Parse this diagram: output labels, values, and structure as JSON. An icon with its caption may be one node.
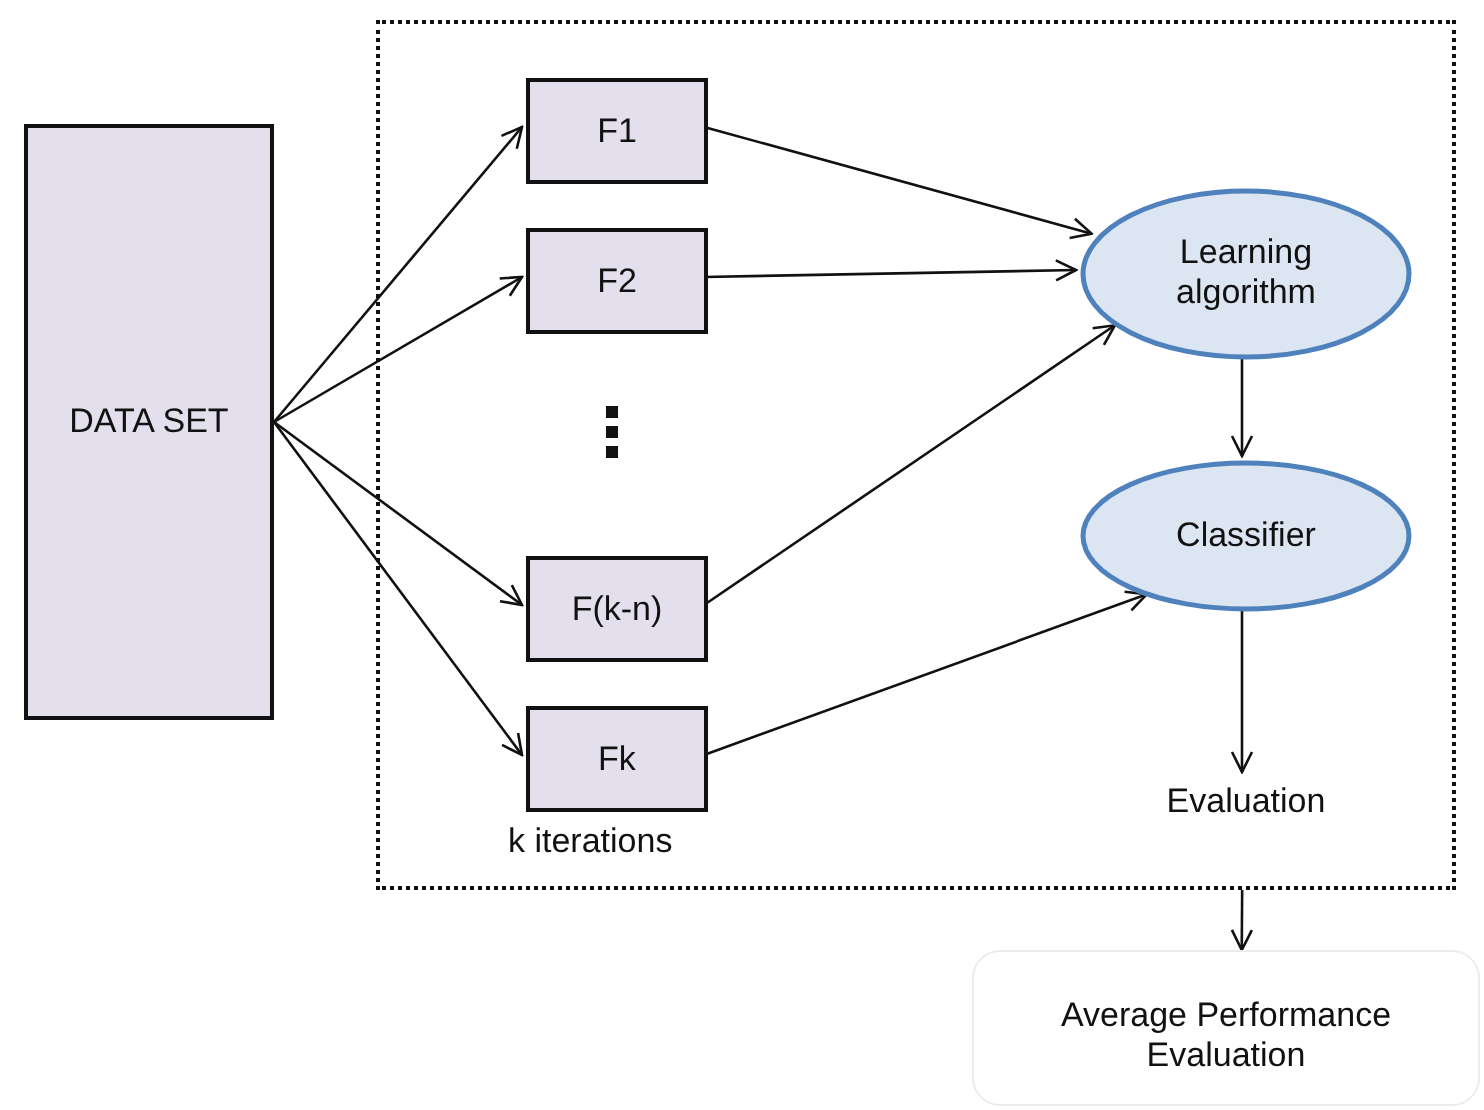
{
  "diagram": {
    "nodes": [
      {
        "text": [
          "k iterations"
        ]
      },
      {
        "text": [
          "DATA SET"
        ]
      },
      {
        "text": [
          "F1"
        ],
        "in": 0
      },
      {
        "text": [
          "F2"
        ],
        "in": 0
      },
      {
        "text": [
          "F(k-n)"
        ],
        "in": 0
      },
      {
        "text": [
          "Fk"
        ],
        "in": 0
      },
      {
        "text": [
          "Learning algorithm"
        ],
        "in": 0
      },
      {
        "text": [
          "Classifier"
        ],
        "in": 0
      },
      {
        "text": [
          "Evaluation"
        ],
        "in": 0
      },
      {
        "text": [
          "Average Performance Evaluation"
        ]
      }
    ],
    "edges": [
      {
        "from": 1,
        "to": 2,
        "arrow": "to"
      },
      {
        "from": 1,
        "to": 3,
        "arrow": "to"
      },
      {
        "from": 1,
        "to": 4,
        "arrow": "to"
      },
      {
        "from": 1,
        "to": 5,
        "arrow": "to"
      },
      {
        "from": 2,
        "to": 6,
        "arrow": "to"
      },
      {
        "from": 3,
        "to": 6,
        "arrow": "to"
      },
      {
        "from": 4,
        "to": 6,
        "arrow": "to"
      },
      {
        "from": 5,
        "to": 7,
        "arrow": "to"
      },
      {
        "from": 6,
        "to": 7,
        "arrow": "to"
      },
      {
        "from": 7,
        "to": 8,
        "arrow": "to"
      },
      {
        "from": 0,
        "to": 9,
        "arrow": "to"
      }
    ]
  }
}
